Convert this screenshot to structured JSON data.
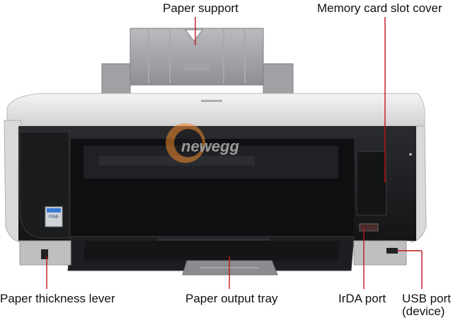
{
  "labels": {
    "paper_support": "Paper support",
    "memory_card_slot_cover": "Memory card slot cover",
    "paper_thickness_lever": "Paper thickness lever",
    "paper_output_tray": "Paper output tray",
    "irda_port": "IrDA port",
    "usb_port": "USB port",
    "usb_port_sub": "(device)"
  },
  "watermark": "newegg",
  "badge": "FINE",
  "colors": {
    "body_light": "#e4e4e4",
    "body_dark": "#1e1f22",
    "tray_gray": "#8a8c8f",
    "leader_line": "#c0161c",
    "watermark_orange": "#f08a2a"
  }
}
